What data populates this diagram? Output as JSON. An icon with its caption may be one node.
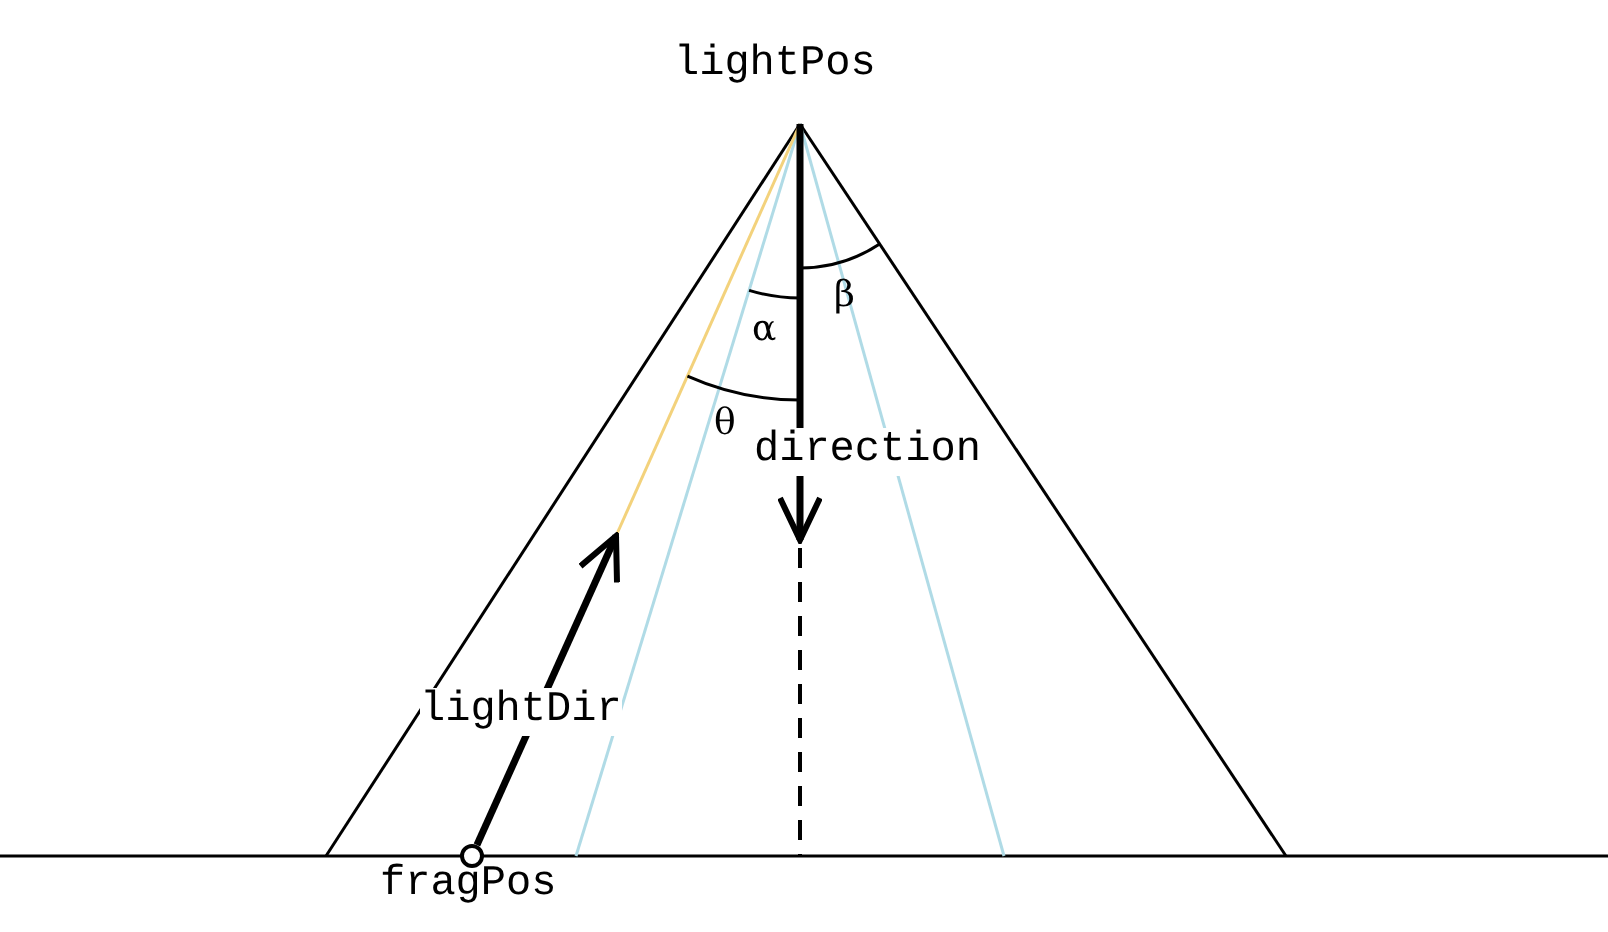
{
  "diagram": {
    "nodes": [
      {
        "text": [
          "lightPos"
        ]
      },
      {
        "text": [],
        "shape": "circle",
        "beside": [
          "fragPos"
        ]
      }
    ],
    "edges": [
      {
        "from": 0,
        "to": null,
        "arrow": "to",
        "label": "direction"
      },
      {
        "from": 1,
        "to": null,
        "arrow": "to",
        "label": "lightDir"
      }
    ],
    "labels": [
      "β",
      "α",
      "θ"
    ]
  }
}
